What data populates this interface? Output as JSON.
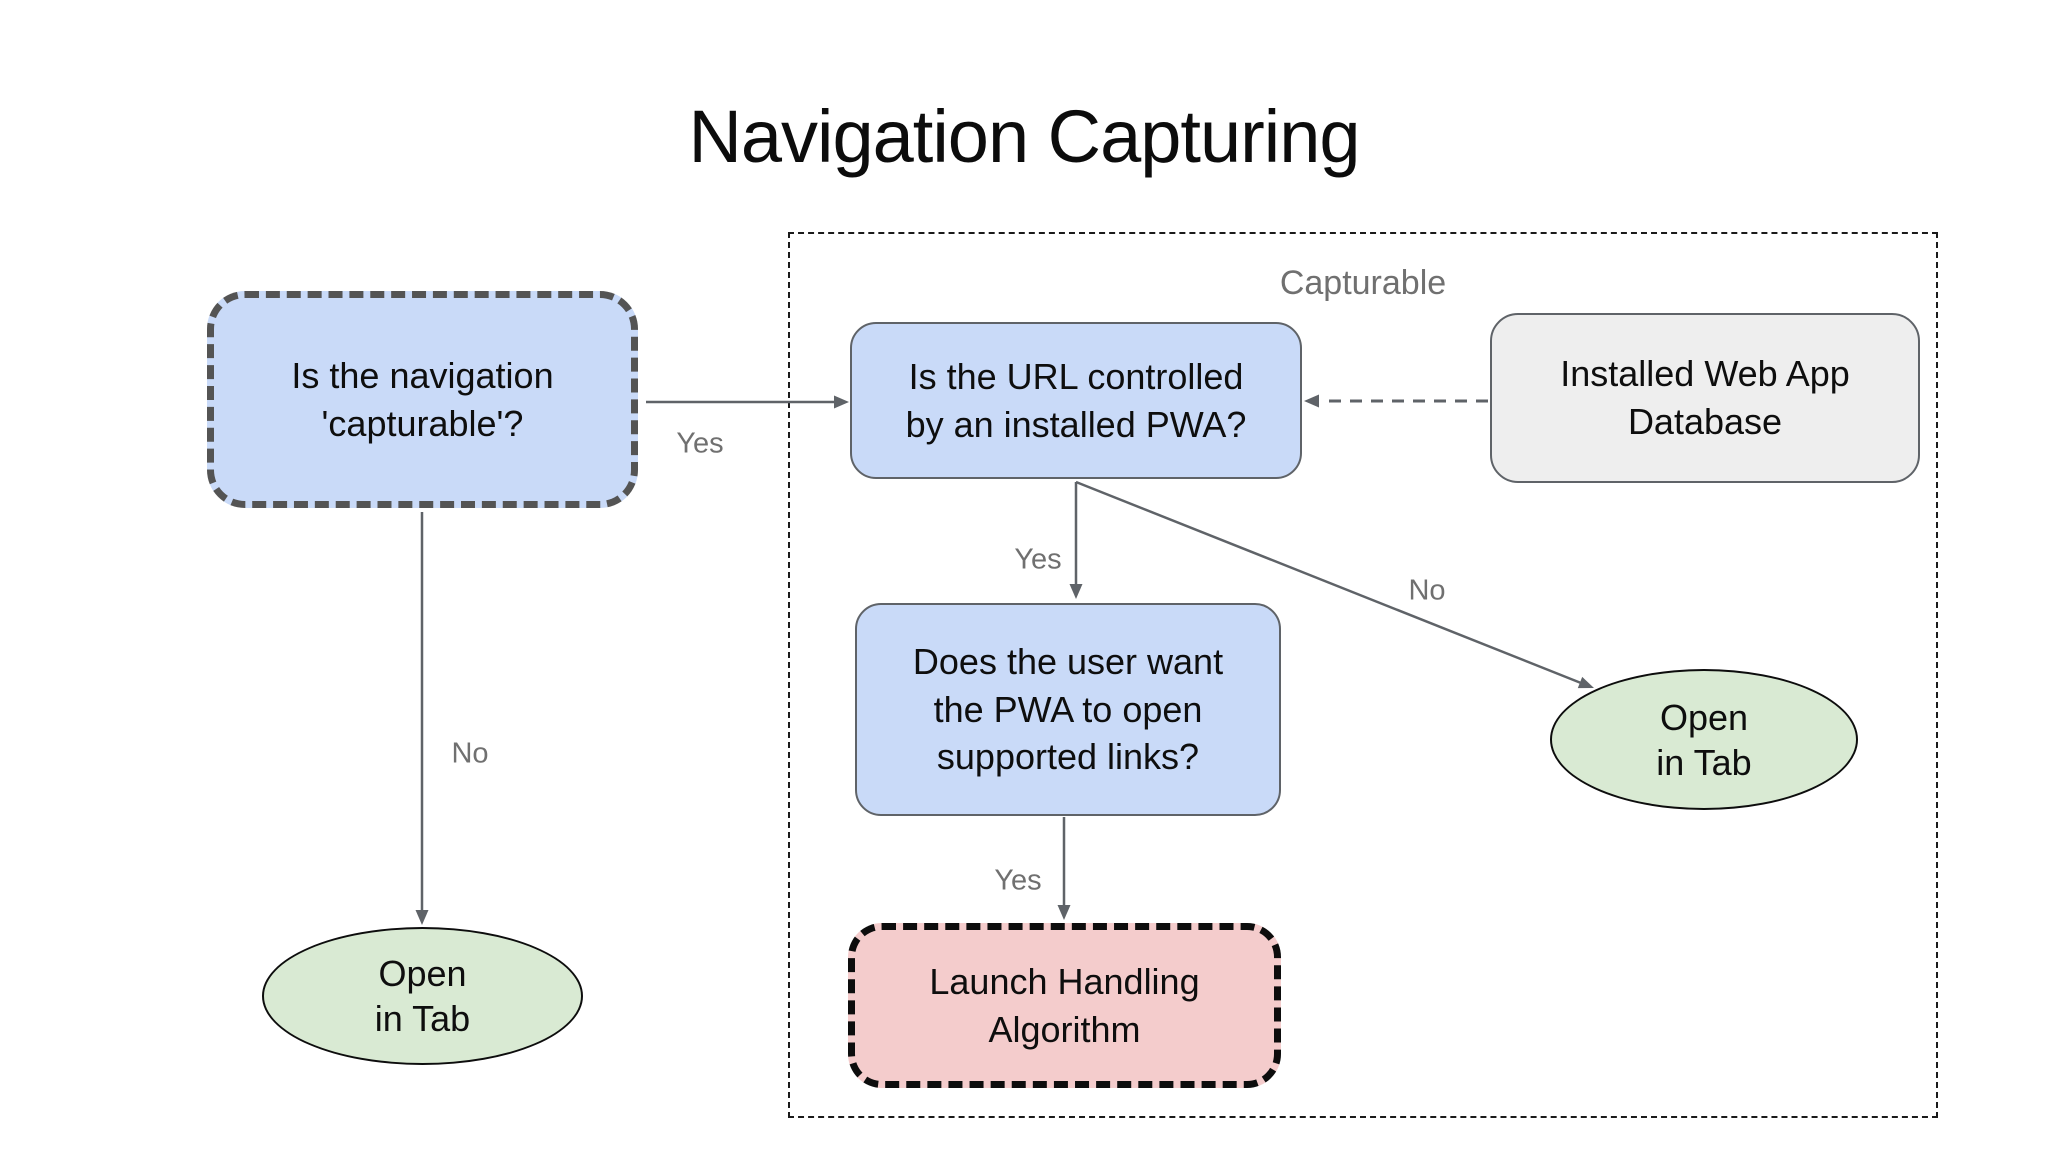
{
  "title": "Navigation Capturing",
  "container": {
    "label": "Capturable"
  },
  "nodes": {
    "capturable_q": {
      "text": "Is the navigation\n'capturable'?"
    },
    "url_q": {
      "text": "Is the URL controlled\nby an installed PWA?"
    },
    "database": {
      "text": "Installed Web App\nDatabase"
    },
    "user_want_q": {
      "text": "Does the user want\nthe PWA to open\nsupported links?"
    },
    "launch": {
      "text": "Launch Handling\nAlgorithm"
    },
    "open_tab_left": {
      "text": "Open\nin Tab"
    },
    "open_tab_right": {
      "text": "Open\nin Tab"
    }
  },
  "edge_labels": {
    "capturable_yes": "Yes",
    "capturable_no": "No",
    "url_yes": "Yes",
    "url_no": "No",
    "user_want_yes": "Yes"
  },
  "colors": {
    "node_blue": "#c9daf8",
    "node_green": "#d9ead3",
    "node_pink": "#f4cccc",
    "node_gray": "#eeeeee",
    "line_gray": "#5f6368",
    "label_gray": "#707070",
    "bg": "#ffffff"
  }
}
